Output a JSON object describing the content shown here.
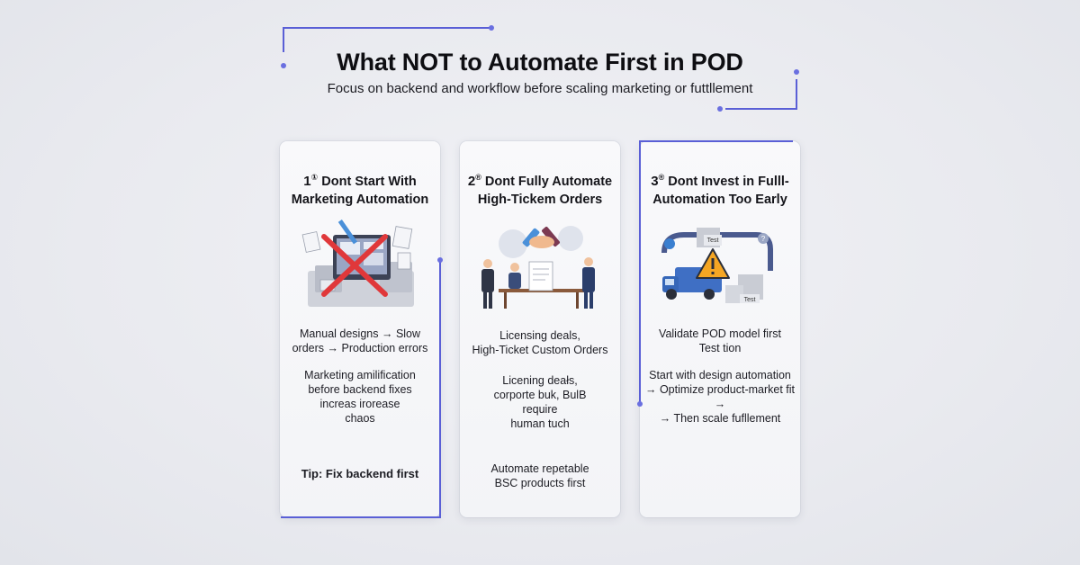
{
  "header": {
    "title": "What NOT to Automate First in POD",
    "subtitle": "Focus on backend and workflow before scaling marketing or futtllement"
  },
  "accent_color": "#5a5fd6",
  "cards": [
    {
      "number": "1",
      "badge": "①",
      "title_line1": "Dont Start With",
      "title_line2": "Marketing Automation",
      "illustration": "crossed-out-marketing-screen",
      "text1": [
        "Manual designs → Slow",
        "orders → Production errors"
      ],
      "text2": [
        "Marketing amilification",
        "before backend fixes",
        "increas irorease",
        "chaos"
      ],
      "tip": "Tip: Fix backend first"
    },
    {
      "number": "2",
      "badge": "®",
      "title_line1": "Dont Fully Automate",
      "title_line2": "High-Tickem Orders",
      "illustration": "business-handshake-meeting",
      "text1": [
        "Licensing deals,",
        "High-Ticket Custom Orders"
      ],
      "text2": [
        "Licening deałs,",
        "corporte buk, BulB",
        "require",
        "human tuch"
      ],
      "text3": [
        "Automate repetable",
        "BSC products first"
      ]
    },
    {
      "number": "3",
      "badge": "®",
      "title_line1": "Dont Invest in Fulll-",
      "title_line2": "Automation Too Early",
      "illustration": "warning-delivery-truck",
      "illus_labels": [
        "Test",
        "Test",
        "?"
      ],
      "text1": [
        "Validate POD model first",
        "Test tion"
      ],
      "text2": [
        "Start with design automation",
        "→ Optimize product-market fit →",
        "→ Then scale fufllement"
      ]
    }
  ]
}
